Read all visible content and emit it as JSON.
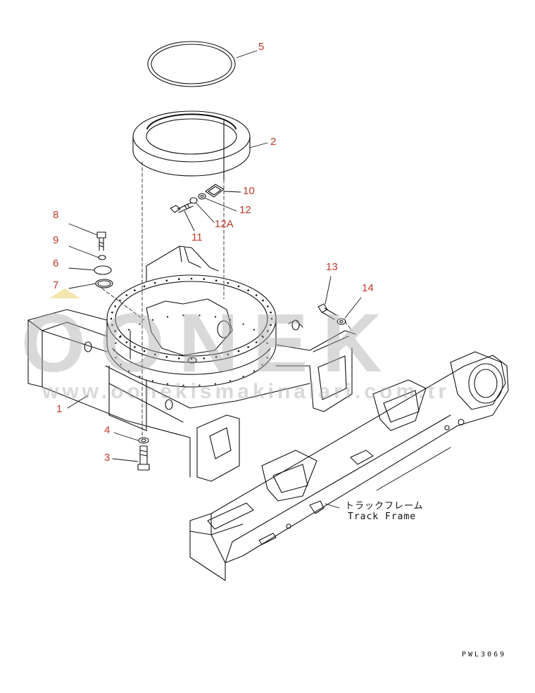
{
  "watermark": {
    "brand": "OONEK",
    "url": "www.oonekismakinalari.com.tr",
    "color": "#aaaaaa",
    "accent_color": "#f4e9a8"
  },
  "callouts": [
    {
      "id": "1",
      "label": "1"
    },
    {
      "id": "2",
      "label": "2"
    },
    {
      "id": "3",
      "label": "3"
    },
    {
      "id": "4",
      "label": "4"
    },
    {
      "id": "5",
      "label": "5"
    },
    {
      "id": "6",
      "label": "6"
    },
    {
      "id": "7",
      "label": "7"
    },
    {
      "id": "8",
      "label": "8"
    },
    {
      "id": "9",
      "label": "9"
    },
    {
      "id": "10",
      "label": "10"
    },
    {
      "id": "11",
      "label": "11"
    },
    {
      "id": "12",
      "label": "12"
    },
    {
      "id": "12A",
      "label": "12A"
    },
    {
      "id": "13",
      "label": "13"
    },
    {
      "id": "14",
      "label": "14"
    }
  ],
  "track_frame": {
    "label_jp": "トラックフレーム",
    "label_en": "Track Frame"
  },
  "drawing_code": "PWL3069",
  "colors": {
    "callout": "#c0392b",
    "linework": "#111111"
  }
}
